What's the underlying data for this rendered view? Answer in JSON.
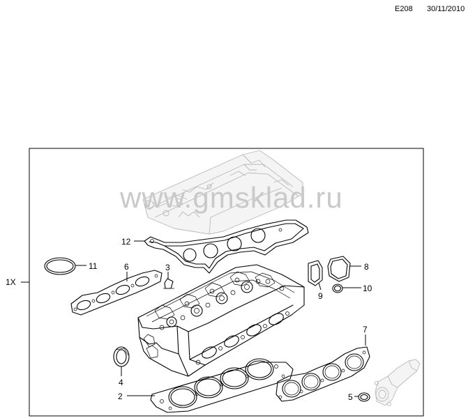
{
  "header": {
    "diagram_code": "E208",
    "date": "30/11/2010"
  },
  "kit": {
    "quantity_label": "1X"
  },
  "watermark": "www.gmsklad.ru",
  "callouts": [
    {
      "id": "1X",
      "label": "1X"
    },
    {
      "id": "2",
      "label": "2"
    },
    {
      "id": "3",
      "label": "3"
    },
    {
      "id": "4",
      "label": "4"
    },
    {
      "id": "5",
      "label": "5"
    },
    {
      "id": "6",
      "label": "6"
    },
    {
      "id": "7",
      "label": "7"
    },
    {
      "id": "8",
      "label": "8"
    },
    {
      "id": "9",
      "label": "9"
    },
    {
      "id": "10",
      "label": "10"
    },
    {
      "id": "11",
      "label": "11"
    },
    {
      "id": "12",
      "label": "12"
    }
  ]
}
